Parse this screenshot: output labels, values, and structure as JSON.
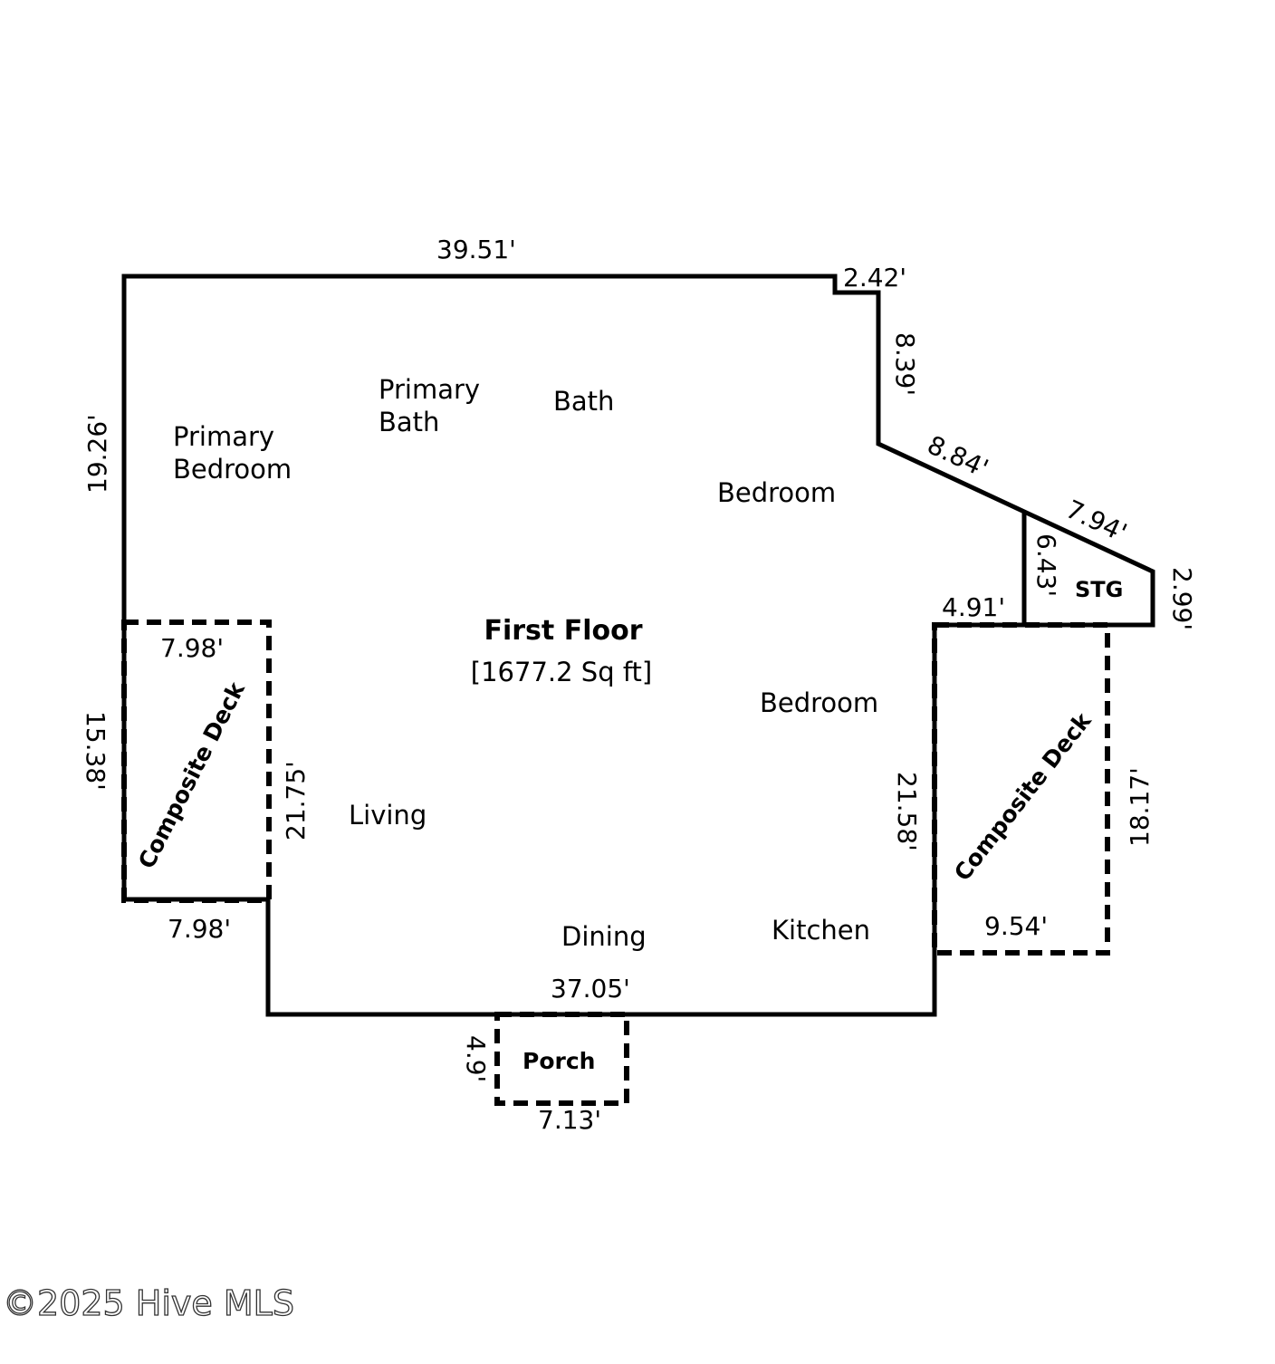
{
  "floor": {
    "title": "First Floor",
    "area": "[1677.2 Sq ft]"
  },
  "rooms": {
    "primary_bedroom": [
      "Primary",
      "Bedroom"
    ],
    "primary_bath": [
      "Primary",
      "Bath"
    ],
    "bath": "Bath",
    "bedroom_upper": "Bedroom",
    "bedroom_lower": "Bedroom",
    "living": "Living",
    "dining": "Dining",
    "kitchen": "Kitchen",
    "storage": "STG",
    "porch": "Porch",
    "deck_left": "Composite Deck",
    "deck_right": "Composite Deck"
  },
  "dimensions": {
    "top": "39.51'",
    "top_jog": "2.42'",
    "right_upper": "8.39'",
    "diagonal_upper": "8.84'",
    "diagonal_lower": "7.94'",
    "stg_left": "6.43'",
    "stg_right": "2.99'",
    "right_step": "4.91'",
    "left_upper": "19.26'",
    "deck_left_top": "7.98'",
    "deck_left_side": "15.38'",
    "deck_left_bottom": "7.98'",
    "left_lower": "21.75'",
    "right_lower": "21.58'",
    "deck_right_side": "18.17'",
    "deck_right_bottom": "9.54'",
    "bottom": "37.05'",
    "porch_side": "4.9'",
    "porch_bottom": "7.13'"
  },
  "watermark": "©2025 Hive MLS"
}
